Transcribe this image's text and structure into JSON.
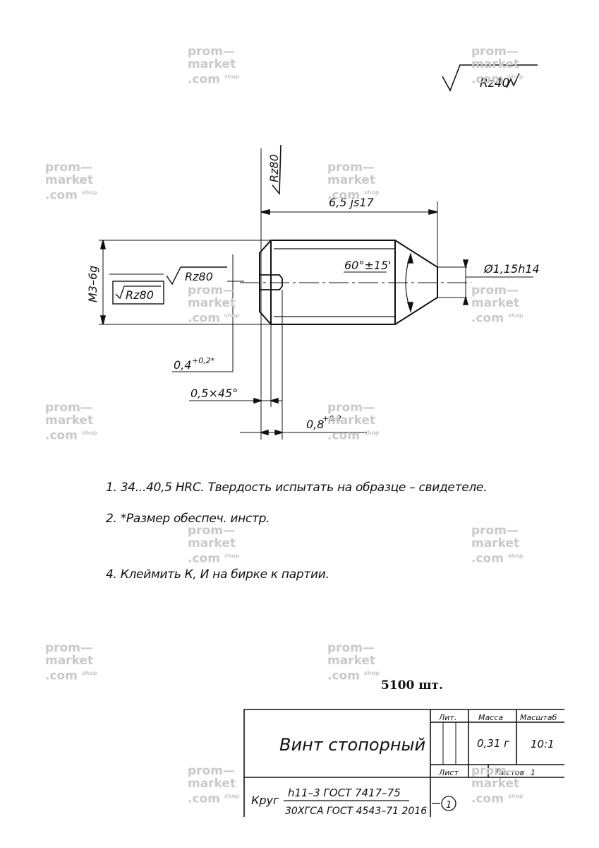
{
  "surface": {
    "top_right": "Rz40",
    "vertical_mark": "Rz80",
    "left_mark": "Rz80",
    "left_box_mark": "Rz80"
  },
  "dimensions": {
    "length": "6,5 js17",
    "thread": "M3–6g",
    "chamfer_angle": "60°±15'",
    "tip_diameter": "Ø1,15h14",
    "slot_depth": "0,4",
    "slot_depth_tol": "+0,2*",
    "chamfer": "0,5×45°",
    "slot_width": "0,8",
    "slot_width_tol": "+0,2"
  },
  "notes": [
    "1. 34...40,5 HRC. Твердость испытать на образце – свидетеле.",
    "2. *Размер обеспеч. инстр.",
    "4. Клеймить К, И на бирке к партии."
  ],
  "quantity": "5100 шт.",
  "title_block": {
    "title": "Винт стопорный",
    "headers": {
      "lit": "Лит.",
      "mass": "Масса",
      "scale": "Масштаб"
    },
    "mass_value": "0,31 г",
    "scale_value": "10:1",
    "sheet_label": "Лист",
    "sheets_label": "Листов",
    "sheets_value": "1",
    "material_label": "Круг",
    "material_line1": "h11–3 ГОСТ 7417–75",
    "material_line2": "30ХГСА ГОСТ 4543–71 2016",
    "circled": "1"
  },
  "watermark": {
    "line1": "prom—",
    "line2": "market",
    "line3": ".com",
    "shop": "shop"
  }
}
